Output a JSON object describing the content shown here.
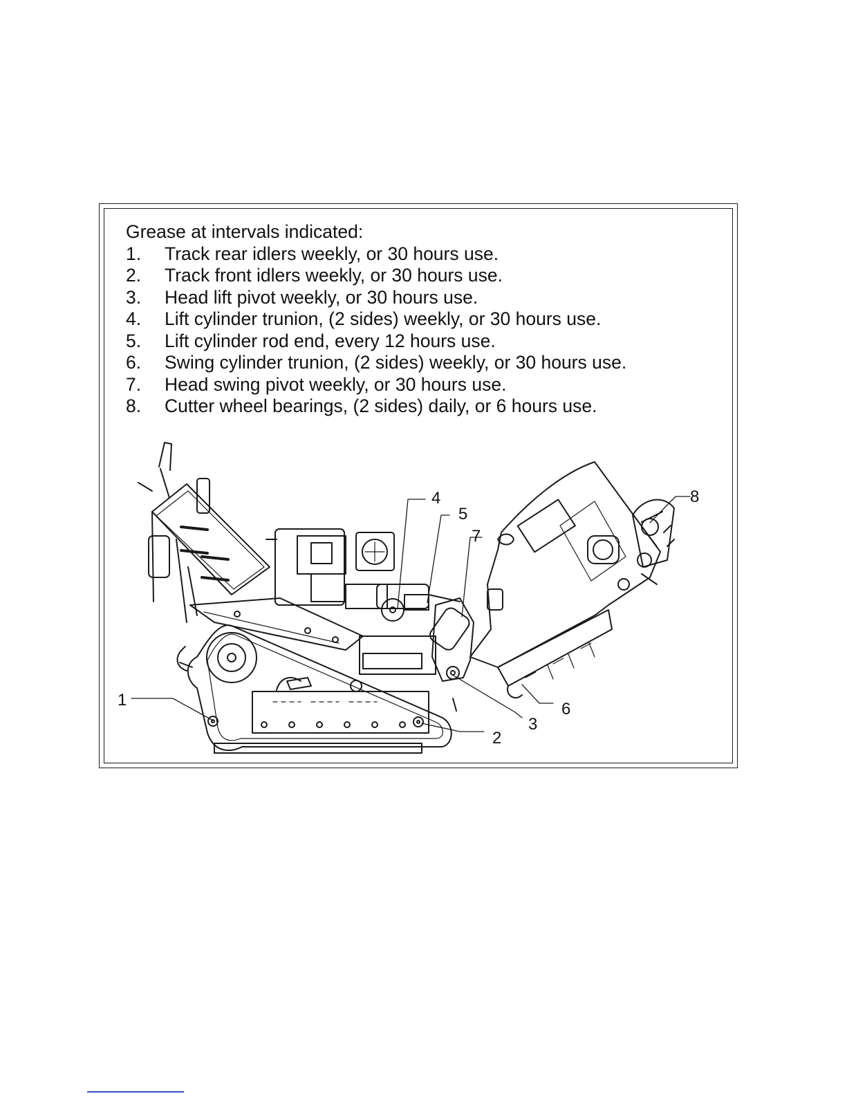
{
  "instructions": {
    "heading": "Grease at intervals indicated:",
    "steps": [
      {
        "num": "1.",
        "text": "Track rear idlers weekly, or 30 hours use."
      },
      {
        "num": "2.",
        "text": "Track front idlers weekly, or 30 hours use."
      },
      {
        "num": "3.",
        "text": "Head lift pivot weekly, or 30 hours use."
      },
      {
        "num": "4.",
        "text": "Lift cylinder trunion, (2 sides) weekly, or 30 hours use."
      },
      {
        "num": "5.",
        "text": "Lift cylinder rod end, every 12 hours use."
      },
      {
        "num": "6.",
        "text": "Swing cylinder trunion, (2 sides) weekly, or 30 hours use."
      },
      {
        "num": "7.",
        "text": "Head swing pivot weekly, or 30 hours use."
      },
      {
        "num": "8.",
        "text": "Cutter wheel bearings, (2 sides) daily, or 6 hours use."
      }
    ]
  },
  "callouts": [
    "1",
    "2",
    "3",
    "4",
    "5",
    "6",
    "7",
    "8"
  ],
  "colors": {
    "ink": "#1a1a1a",
    "link_underline": "#3050c8"
  }
}
